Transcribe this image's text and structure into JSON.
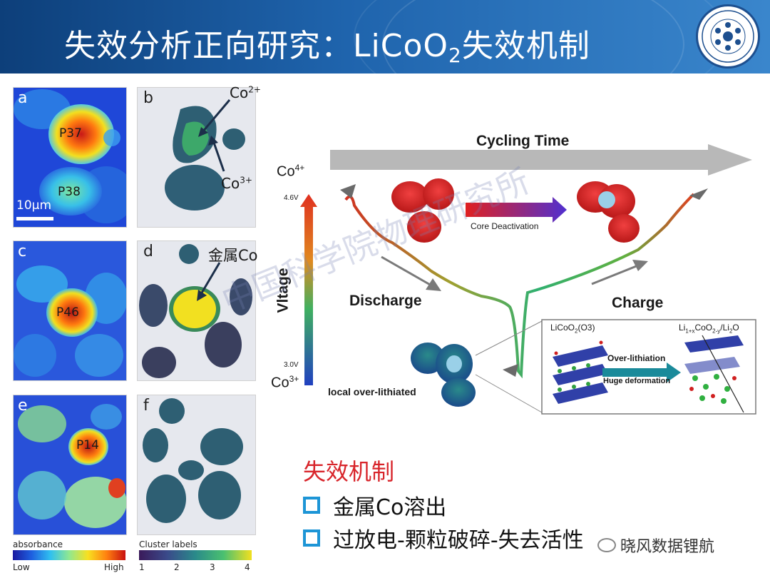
{
  "header": {
    "title_prefix": "失效分析正向研究：LiCoO",
    "title_sub": "2",
    "title_suffix": "失效机制"
  },
  "panels": {
    "a": {
      "label": "a",
      "particles": [
        "P37",
        "P38"
      ],
      "scale": "10μm"
    },
    "b": {
      "label": "b",
      "co_top": "Co",
      "co_top_sup": "2+",
      "co_bottom": "Co",
      "co_bottom_sup": "3+"
    },
    "c": {
      "label": "c",
      "particles": [
        "P46"
      ]
    },
    "d": {
      "label": "d",
      "annotation": "金属Co"
    },
    "e": {
      "label": "e",
      "particles": [
        "P14"
      ]
    },
    "f": {
      "label": "f"
    }
  },
  "colorbars": {
    "absorbance": {
      "title": "absorbance",
      "low": "Low",
      "high": "High"
    },
    "cluster": {
      "title": "Cluster labels",
      "ticks": [
        "1",
        "2",
        "3",
        "4"
      ]
    }
  },
  "diagram": {
    "cycling_time": "Cycling Time",
    "co4": "Co",
    "co4_sup": "4+",
    "co3": "Co",
    "co3_sup": "3+",
    "v_high": "4.6V",
    "v_low": "3.0V",
    "vlabel": "Vltage",
    "core_deactivation": "Core Deactivation",
    "discharge": "Discharge",
    "charge": "Charge",
    "local_over": "local over-lithiated",
    "licoo2": "LiCoO",
    "licoo2_sub": "2",
    "licoo2_suffix": "(O3)",
    "product_a": "Li",
    "product_sub1": "1+x",
    "product_b": "CoO",
    "product_sub2": "2-y",
    "product_c": "/Li",
    "product_sub3": "2",
    "product_d": "O",
    "over_lithiation": "Over-lithiation",
    "huge_deformation": "Huge deformation"
  },
  "mechanism": {
    "title": "失效机制",
    "bullets": [
      "金属Co溶出",
      "过放电-颗粒破碎-失去活性"
    ]
  },
  "watermark": "中国科学院物理研究所",
  "wechat": "晓风数据锂航"
}
